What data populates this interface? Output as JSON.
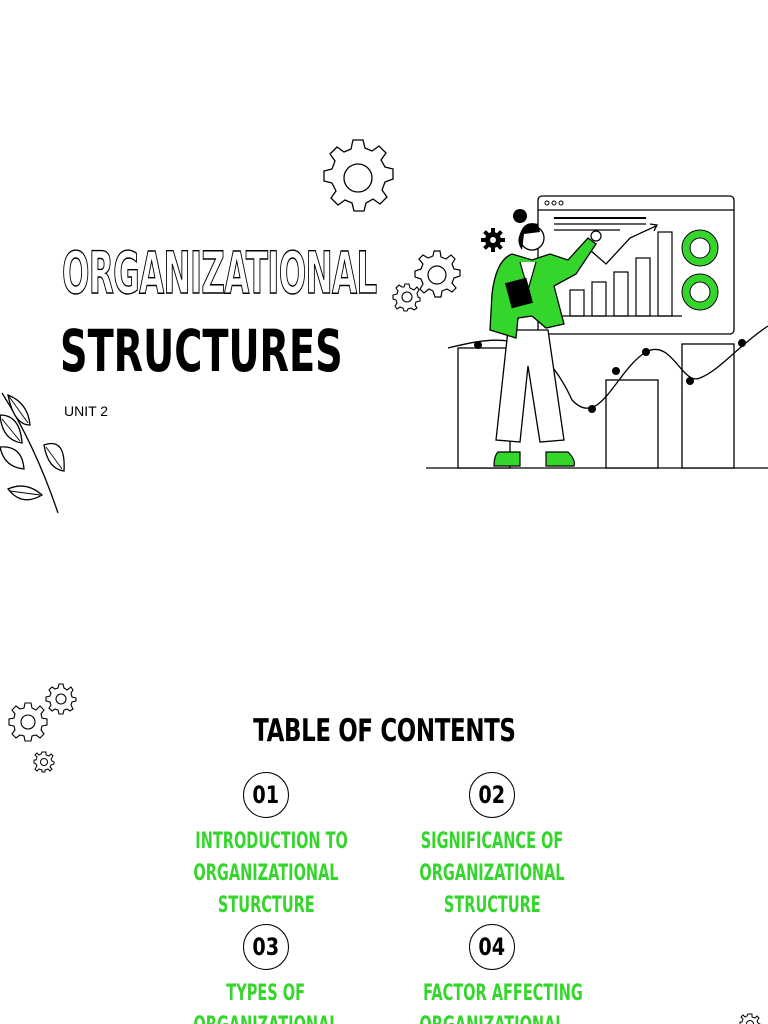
{
  "slide1": {
    "title_line1": "ORGANIZATIONAL",
    "title_line2": "STRUCTURES",
    "subtitle": "UNIT 2"
  },
  "slide2": {
    "heading": "TABLE OF CONTENTS",
    "items": [
      {
        "number": "01",
        "line1": "INTRODUCTION TO",
        "line2": "ORGANIZATIONAL",
        "line3": "STURCTURE"
      },
      {
        "number": "02",
        "line1": "SIGNIFICANCE OF",
        "line2": "ORGANIZATIONAL",
        "line3": "STRUCTURE"
      },
      {
        "number": "03",
        "line1": "TYPES OF",
        "line2": "ORGANIZATIONAL",
        "line3": ""
      },
      {
        "number": "04",
        "line1": "FACTOR AFFECTING",
        "line2": "ORGANIZATIONAL",
        "line3": ""
      }
    ]
  },
  "colors": {
    "accent": "#35d62b",
    "text": "#000000",
    "background": "#ffffff"
  },
  "icons": [
    "gear-icon",
    "leaf-branch-icon",
    "dashboard-illustration"
  ]
}
